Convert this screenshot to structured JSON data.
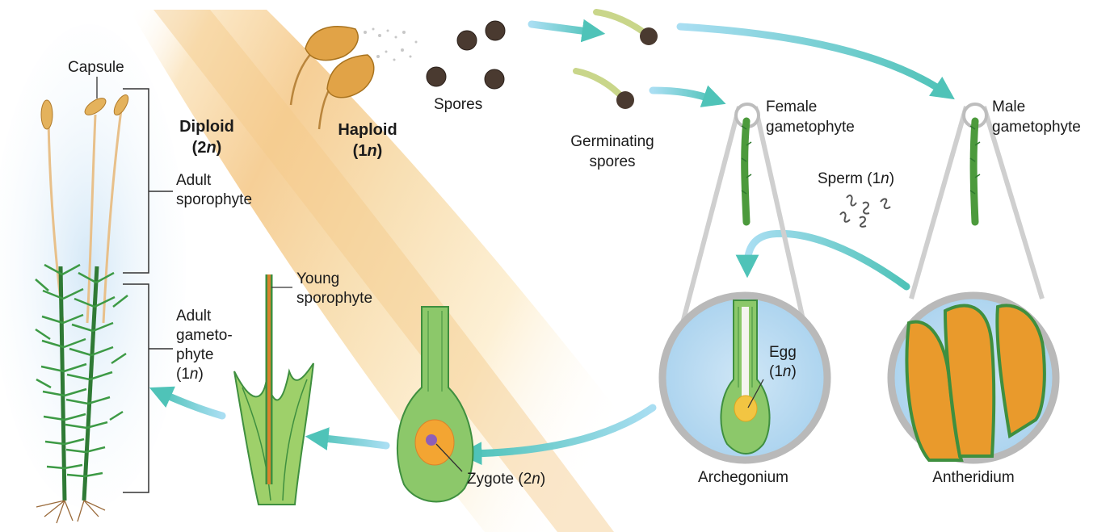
{
  "labels": {
    "capsule": "Capsule",
    "diploid": "Diploid",
    "diploid_ploidy": "(2n)",
    "haploid": "Haploid",
    "haploid_ploidy": "(1n)",
    "adult_sporophyte": [
      "Adult",
      "sporophyte"
    ],
    "adult_gametophyte": [
      "Adult",
      "gameto-",
      "phyte",
      "(1n)"
    ],
    "young_sporophyte": [
      "Young",
      "sporophyte"
    ],
    "spores": "Spores",
    "germinating_spores": [
      "Germinating",
      "spores"
    ],
    "female_gametophyte": [
      "Female",
      "gametophyte"
    ],
    "male_gametophyte": [
      "Male",
      "gametophyte"
    ],
    "sperm": "Sperm (1n)",
    "egg": [
      "Egg",
      "(1n)"
    ],
    "zygote": "Zygote (2n)",
    "archegonium": "Archegonium",
    "antheridium": "Antheridium"
  },
  "colors": {
    "cycle_arrow": "#4fc3b8",
    "arrow_fade": "#a9def2",
    "haploid_band": "#f3c68a",
    "diploid_bg": "#dcecf8",
    "moss_green": "#3f8f3f",
    "capsule_orange": "#e0a040",
    "antheridium_orange": "#e99a2c",
    "zoom_ring": "#b9b9b9"
  }
}
